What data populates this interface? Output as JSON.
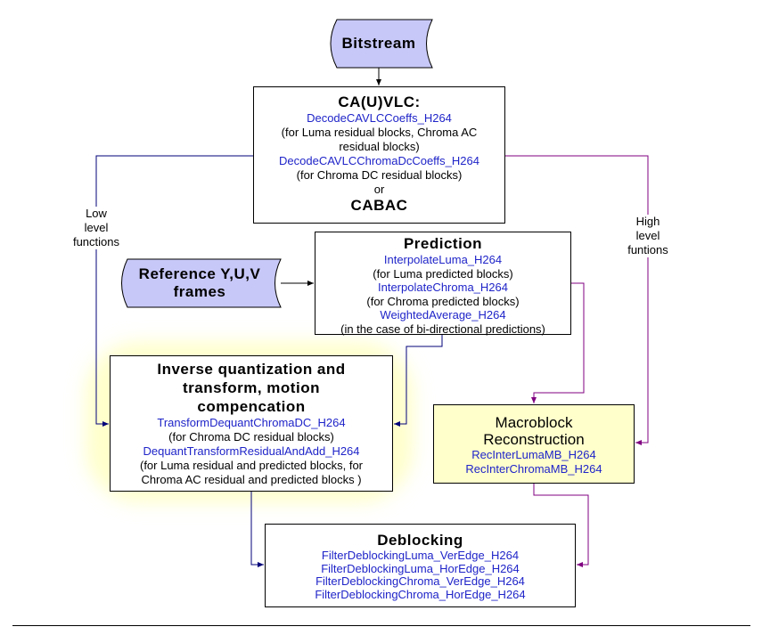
{
  "colors": {
    "function_text": "#1f24c8",
    "high_level_line": "#800080",
    "low_level_line": "#00007a",
    "terminal_fill": "#c8c8f8",
    "highlight": "#ffffcc"
  },
  "bitstream": {
    "label": "Bitstream"
  },
  "reference": {
    "line1": "Reference Y,U,V",
    "line2": "frames"
  },
  "cavlc": {
    "title": "CA(U)VLC:",
    "fn1": "DecodeCAVLCCoeffs_H264",
    "note1a": "(for Luma residual blocks, Chroma AC",
    "note1b": "residual blocks)",
    "fn2": "DecodeCAVLCChromaDcCoeffs_H264",
    "note2": "(for Chroma DC residual blocks)",
    "or": "or",
    "cabac": "CABAC"
  },
  "prediction": {
    "title": "Prediction",
    "fn1": "InterpolateLuma_H264",
    "note1": "(for Luma predicted blocks)",
    "fn2": "InterpolateChroma_H264",
    "note2": "(for Chroma predicted blocks)",
    "fn3": "WeightedAverage_H264",
    "note3": "(in the case of bi-directional predictions)"
  },
  "inverse": {
    "title1": "Inverse quantization  and",
    "title2": "transform, motion",
    "title3": "compencation",
    "fn1": "TransformDequantChromaDC_H264",
    "note1": "(for Chroma DC residual blocks)",
    "fn2": "DequantTransformResidualAndAdd_H264",
    "note2a": "(for Luma residual and predicted blocks, for",
    "note2b": "Chroma AC residual and predicted blocks )"
  },
  "macroblock": {
    "title1": "Macroblock",
    "title2": "Reconstruction",
    "fn1": "RecInterLumaMB_H264",
    "fn2": "RecInterChromaMB_H264"
  },
  "deblocking": {
    "title": "Deblocking",
    "fn1": "FilterDeblockingLuma_VerEdge_H264",
    "fn2": "FilterDeblockingLuma_HorEdge_H264",
    "fn3": "FilterDeblockingChroma_VerEdge_H264",
    "fn4": "FilterDeblockingChroma_HorEdge_H264"
  },
  "labels": {
    "low1": "Low",
    "low2": "level",
    "low3": "functions",
    "high1": "High",
    "high2": "level",
    "high3": "funtions"
  }
}
